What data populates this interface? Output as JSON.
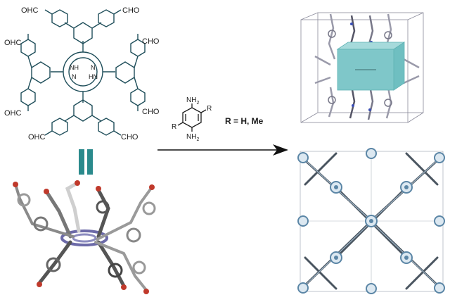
{
  "porphyrin_labels": {
    "cho_tl": "OHC",
    "cho_tr": "CHO",
    "cho_ml_upper": "OHC",
    "cho_mr_upper": "CHO",
    "cho_ml_lower": "OHC",
    "cho_mr_lower": "CHO",
    "cho_bl": "OHC",
    "cho_br": "CHO",
    "nh_top": "NH",
    "n_top": "N",
    "n_bottom": "N",
    "nh_bottom": "HN"
  },
  "reagent": {
    "nh2_top": "NH",
    "nh2_top_sub": "2",
    "nh2_bottom": "NH",
    "nh2_bottom_sub": "2",
    "r_left": "R",
    "r_right": "R",
    "r_definition": "R = H, Me"
  },
  "colors": {
    "structure": "#1f4e5a",
    "equals_sign": "#2a8a8c",
    "cell_cube": "#7fc7c9",
    "framework": "#5b86a6",
    "arrow": "#111111"
  }
}
